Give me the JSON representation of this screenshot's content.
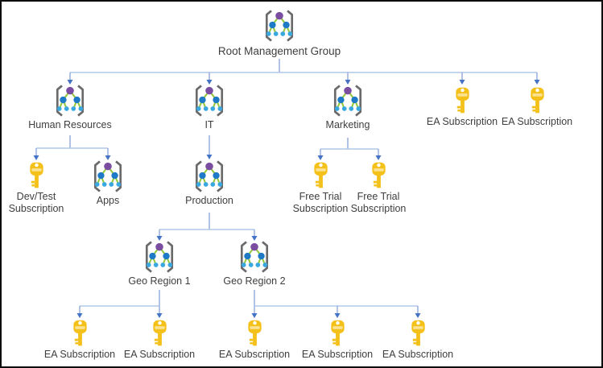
{
  "diagram": {
    "kind": "management-group-hierarchy",
    "nodes": {
      "root": {
        "label": "Root Management Group",
        "type": "management-group"
      },
      "hr": {
        "label": "Human Resources",
        "type": "management-group"
      },
      "it": {
        "label": "IT",
        "type": "management-group"
      },
      "marketing": {
        "label": "Marketing",
        "type": "management-group"
      },
      "ea_top_1": {
        "label": "EA Subscription",
        "type": "subscription"
      },
      "ea_top_2": {
        "label": "EA Subscription",
        "type": "subscription"
      },
      "devtest": {
        "label": "Dev/Test Subscription",
        "type": "subscription"
      },
      "apps": {
        "label": "Apps",
        "type": "management-group"
      },
      "production": {
        "label": "Production",
        "type": "management-group"
      },
      "freetrial_1": {
        "label": "Free Trial Subscription",
        "type": "subscription"
      },
      "freetrial_2": {
        "label": "Free Trial Subscription",
        "type": "subscription"
      },
      "geo1": {
        "label": "Geo Region 1",
        "type": "management-group"
      },
      "geo2": {
        "label": "Geo Region 2",
        "type": "management-group"
      },
      "ea_g1_1": {
        "label": "EA Subscription",
        "type": "subscription"
      },
      "ea_g1_2": {
        "label": "EA Subscription",
        "type": "subscription"
      },
      "ea_g2_1": {
        "label": "EA Subscription",
        "type": "subscription"
      },
      "ea_g2_2": {
        "label": "EA Subscription",
        "type": "subscription"
      },
      "ea_g2_3": {
        "label": "EA Subscription",
        "type": "subscription"
      }
    },
    "edges": [
      [
        "root",
        "hr"
      ],
      [
        "root",
        "it"
      ],
      [
        "root",
        "marketing"
      ],
      [
        "root",
        "ea_top_1"
      ],
      [
        "root",
        "ea_top_2"
      ],
      [
        "hr",
        "devtest"
      ],
      [
        "hr",
        "apps"
      ],
      [
        "it",
        "production"
      ],
      [
        "marketing",
        "freetrial_1"
      ],
      [
        "marketing",
        "freetrial_2"
      ],
      [
        "production",
        "geo1"
      ],
      [
        "production",
        "geo2"
      ],
      [
        "geo1",
        "ea_g1_1"
      ],
      [
        "geo1",
        "ea_g1_2"
      ],
      [
        "geo2",
        "ea_g2_1"
      ],
      [
        "geo2",
        "ea_g2_2"
      ],
      [
        "geo2",
        "ea_g2_3"
      ]
    ]
  },
  "colors": {
    "background": "#ffffff",
    "label": "#3e3e3e",
    "line_light": "#b0c7e8",
    "line_dark": "#8fa9da",
    "arrow": "#4472c4",
    "bracket": "#6a6a6a",
    "link_green": "#94c83d",
    "node_purple": "#7a4da0",
    "node_blue": "#1e79c6",
    "node_cyan": "#3aa8e0",
    "key_gold": "#f4c01a",
    "key_light": "#fae292"
  }
}
